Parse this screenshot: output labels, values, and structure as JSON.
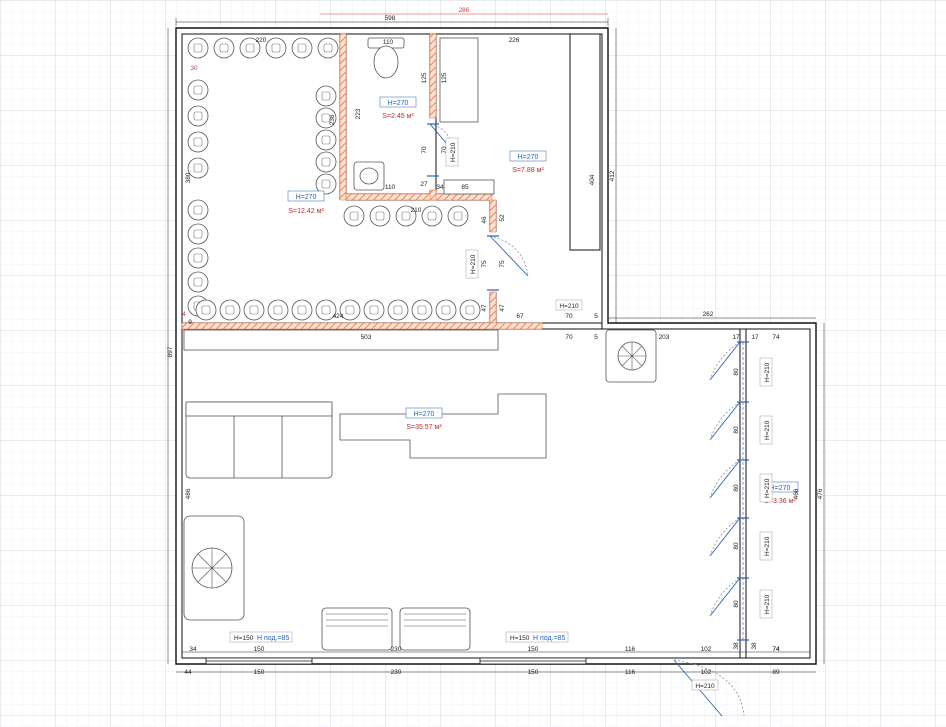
{
  "plan": {
    "accent_blue": "#2a63b5",
    "accent_red": "#c42a2a",
    "grid_color": "#d5dbe6",
    "wall_color": "#111111",
    "hatch_color": "#f08050",
    "rooms": [
      {
        "name": "room-left",
        "height": "H=270",
        "area": "S=12.42 м²"
      },
      {
        "name": "bathroom",
        "height": "H=270",
        "area": "S=2.45 м²"
      },
      {
        "name": "room-right",
        "height": "H=270",
        "area": "S=7.88 м²"
      },
      {
        "name": "main-hall",
        "height": "H=270",
        "area": "S=35.57 м²"
      },
      {
        "name": "locker-room",
        "height": "H=270",
        "area": "S=3.36 м²"
      }
    ],
    "doors": [
      {
        "label": "H=210"
      },
      {
        "label": "H=210"
      },
      {
        "label": "H=210"
      },
      {
        "label": "H=210"
      },
      {
        "label": "H=210"
      },
      {
        "label": "H=210"
      },
      {
        "label": "H=210"
      },
      {
        "label": "H=210"
      },
      {
        "label": "H=210"
      }
    ],
    "windows": [
      {
        "height": "H=150",
        "sill": "H под.=85"
      },
      {
        "height": "H=150",
        "sill": "H под.=85"
      }
    ],
    "dims_top": {
      "overall": "598",
      "right_red": "286",
      "room_left": "220",
      "bath": "110",
      "room_right": "226",
      "ext_right": "262"
    },
    "dims_mid": {
      "partition": "503",
      "seg_203": "203",
      "seg_67": "67",
      "seg_70a": "70",
      "seg_70b": "70",
      "seg_5a": "5",
      "seg_5b": "5",
      "seg_17a": "17",
      "seg_17b": "17",
      "seg_74a": "74",
      "seg_74b": "74",
      "seg_424": "424",
      "seg_210": "210",
      "seg_110": "110",
      "seg_85": "85",
      "seg_34": "34",
      "seg_27": "27",
      "seg_30": "30",
      "seg_4": "4",
      "seg_9": "9"
    },
    "dims_left": {
      "overall": "897",
      "room_left": "380",
      "main": "486"
    },
    "dims_right": {
      "overall": "476",
      "inner": "466",
      "right_room": "404",
      "right_ext": "412"
    },
    "dims_vert": {
      "bath_223": "223",
      "s_236": "236",
      "s_125a": "125",
      "s_125b": "125",
      "s_70a": "70",
      "s_70b": "70",
      "s_46": "46",
      "s_52": "52",
      "s_75a": "75",
      "s_75b": "75",
      "s_47a": "47",
      "s_47b": "47",
      "s_80": "80",
      "s_38a": "38",
      "s_38b": "38"
    },
    "dims_bottom_inner": [
      "34",
      "150",
      "230",
      "150",
      "116",
      "102",
      "74"
    ],
    "dims_bottom_outer": [
      "44",
      "150",
      "230",
      "150",
      "116",
      "102",
      "89"
    ]
  }
}
